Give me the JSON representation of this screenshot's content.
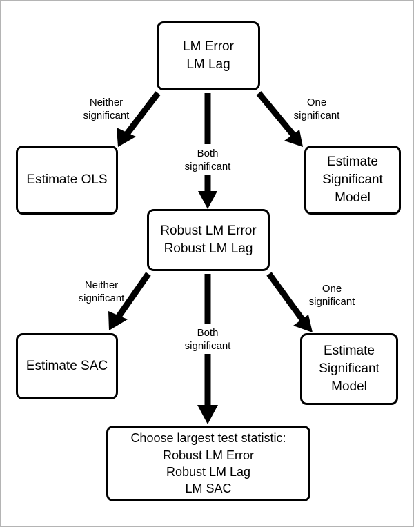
{
  "diagram": {
    "title": "Spatial model selection decision tree",
    "ink_color": "#000000",
    "background_color": "#ffffff",
    "border_color": "#b4b4b4",
    "nodes": [
      {
        "id": "lm",
        "name": "lm-tests-node",
        "lines": [
          "LM Error",
          "LM Lag"
        ]
      },
      {
        "id": "ols",
        "name": "estimate-ols-node",
        "lines": [
          "Estimate OLS"
        ]
      },
      {
        "id": "sig_top",
        "name": "estimate-significant-model-node-top",
        "lines": [
          "Estimate",
          "Significant",
          "Model"
        ]
      },
      {
        "id": "robust",
        "name": "robust-lm-tests-node",
        "lines": [
          "Robust LM Error",
          "Robust LM Lag"
        ]
      },
      {
        "id": "sac",
        "name": "estimate-sac-node",
        "lines": [
          "Estimate SAC"
        ]
      },
      {
        "id": "sig_bot",
        "name": "estimate-significant-model-node-bottom",
        "lines": [
          "Estimate",
          "Significant",
          "Model"
        ]
      },
      {
        "id": "choose",
        "name": "choose-largest-statistic-node",
        "lines": [
          "Choose largest test statistic:",
          "Robust LM Error",
          "Robust LM Lag",
          "LM SAC"
        ]
      }
    ],
    "edges": [
      {
        "id": "lm_to_ols",
        "name": "edge-lm-to-ols",
        "from": "lm",
        "to": "ols",
        "label_lines": [
          "Neither",
          "significant"
        ]
      },
      {
        "id": "lm_to_robust",
        "name": "edge-lm-to-robust",
        "from": "lm",
        "to": "robust",
        "label_lines": [
          "Both",
          "significant"
        ]
      },
      {
        "id": "lm_to_sig_top",
        "name": "edge-lm-to-significant-model",
        "from": "lm",
        "to": "sig_top",
        "label_lines": [
          "One",
          "significant"
        ]
      },
      {
        "id": "robust_to_sac",
        "name": "edge-robust-to-sac",
        "from": "robust",
        "to": "sac",
        "label_lines": [
          "Neither",
          "significant"
        ]
      },
      {
        "id": "robust_to_choose",
        "name": "edge-robust-to-choose",
        "from": "robust",
        "to": "choose",
        "label_lines": [
          "Both",
          "significant"
        ]
      },
      {
        "id": "robust_to_sig_bot",
        "name": "edge-robust-to-significant-model",
        "from": "robust",
        "to": "sig_bot",
        "label_lines": [
          "One",
          "significant"
        ]
      }
    ]
  }
}
